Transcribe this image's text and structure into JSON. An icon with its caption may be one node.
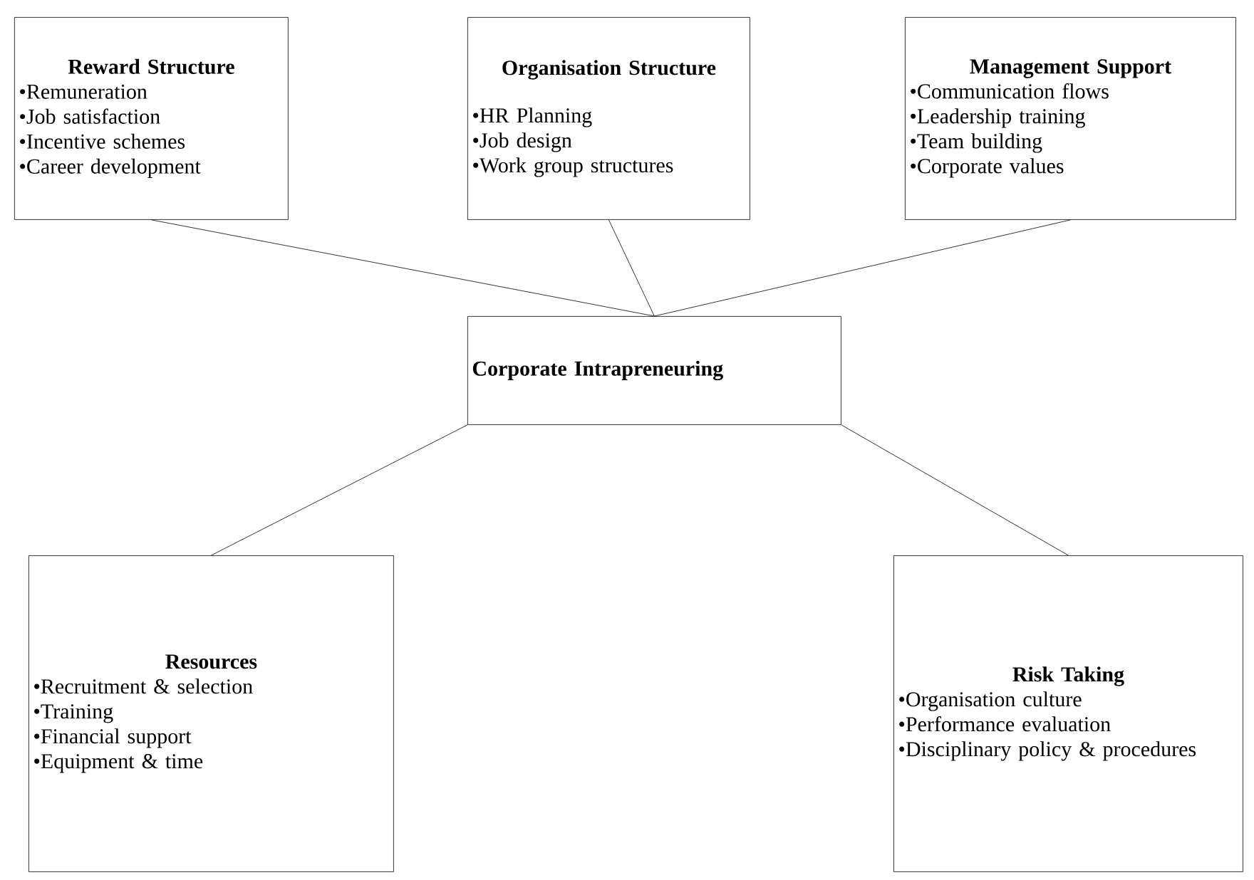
{
  "diagram": {
    "nodes": [
      {
        "text": [
          "Reward Structure",
          "•Remuneration",
          "•Job satisfaction",
          "•Incentive schemes",
          "•Career development"
        ]
      },
      {
        "text": [
          "Organisation Structure",
          "•HR Planning",
          "•Job design",
          "•Work group structures"
        ]
      },
      {
        "text": [
          "Management Support",
          "•Communication flows",
          "•Leadership training",
          "•Team building",
          "•Corporate values"
        ]
      },
      {
        "text": [
          "Corporate Intrapreneuring"
        ]
      },
      {
        "text": [
          "Resources",
          "•Recruitment & selection",
          "•Training",
          "•Financial support",
          "•Equipment & time"
        ]
      },
      {
        "text": [
          "Risk Taking",
          "•Organisation culture",
          "•Performance evaluation",
          "•Disciplinary policy & procedures"
        ]
      }
    ],
    "edges": [
      {
        "from": 0,
        "to": 3,
        "arrow": "none"
      },
      {
        "from": 1,
        "to": 3,
        "arrow": "none"
      },
      {
        "from": 2,
        "to": 3,
        "arrow": "none"
      },
      {
        "from": 3,
        "to": 4,
        "arrow": "none"
      },
      {
        "from": 3,
        "to": 5,
        "arrow": "none"
      }
    ]
  }
}
